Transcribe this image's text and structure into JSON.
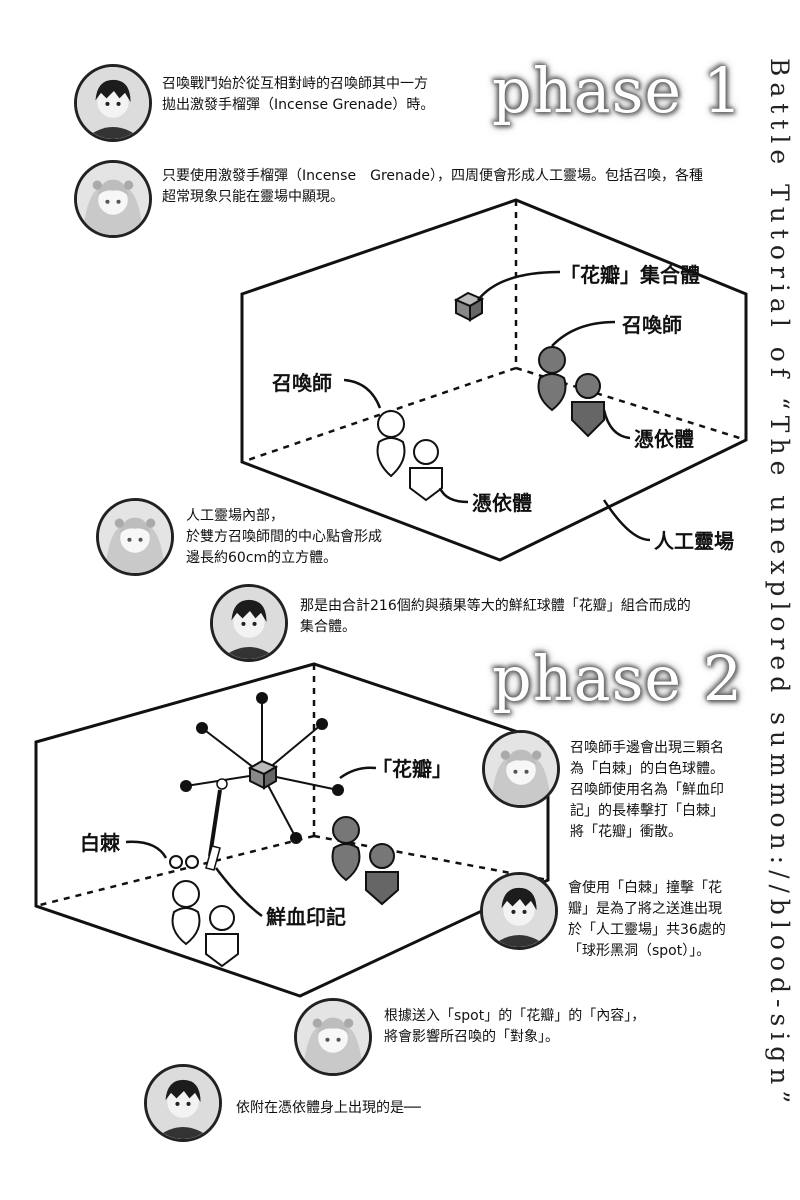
{
  "vertical_title": "Battle Tutorial of “The unexplored summon://blood-sign”",
  "phase1": {
    "heading": "phase 1",
    "dialogue": [
      {
        "speaker_icon": "boy-avatar-icon",
        "text": "召喚戰鬥始於從互相對峙的召喚師其中一方\n拋出激發手榴彈（Incense Grenade）時。"
      },
      {
        "speaker_icon": "girl-avatar-icon",
        "text": "只要使用激發手榴彈（Incense　Grenade），四周便會形成人工靈場。包括召喚，各種\n超常現象只能在靈場中顯現。"
      },
      {
        "speaker_icon": "girl-avatar-icon",
        "text": "人工靈場內部，\n於雙方召喚師間的中心點會形成\n邊長約60cm的立方體。"
      },
      {
        "speaker_icon": "boy-avatar-icon",
        "text": "那是由合計216個約與蘋果等大的鮮紅球體「花瓣」組合而成的\n集合體。"
      }
    ],
    "labels": {
      "petal_cluster": "「花瓣」集合體",
      "summoner_right": "召喚師",
      "summoner_left": "召喚師",
      "vessel_right": "憑依體",
      "vessel_left": "憑依體",
      "field": "人工靈場"
    }
  },
  "phase2": {
    "heading": "phase 2",
    "dialogue": [
      {
        "speaker_icon": "girl-avatar-icon",
        "text": "召喚師手邊會出現三顆名\n為「白棘」的白色球體。\n召喚師使用名為「鮮血印\n記」的長棒擊打「白棘」\n將「花瓣」衝散。"
      },
      {
        "speaker_icon": "boy-avatar-icon",
        "text": "會使用「白棘」撞擊「花\n瓣」是為了將之送進出現\n於「人工靈場」共36處的\n「球形黑洞（spot）」。"
      },
      {
        "speaker_icon": "girl-avatar-icon",
        "text": "根據送入「spot」的「花瓣」的「內容」，\n將會影響所召喚的「對象」。"
      },
      {
        "speaker_icon": "boy-avatar-icon",
        "text": "依附在憑依體身上出現的是──"
      }
    ],
    "labels": {
      "petal": "「花瓣」",
      "white_thorn": "白棘",
      "blood_sign": "鮮血印記"
    }
  }
}
